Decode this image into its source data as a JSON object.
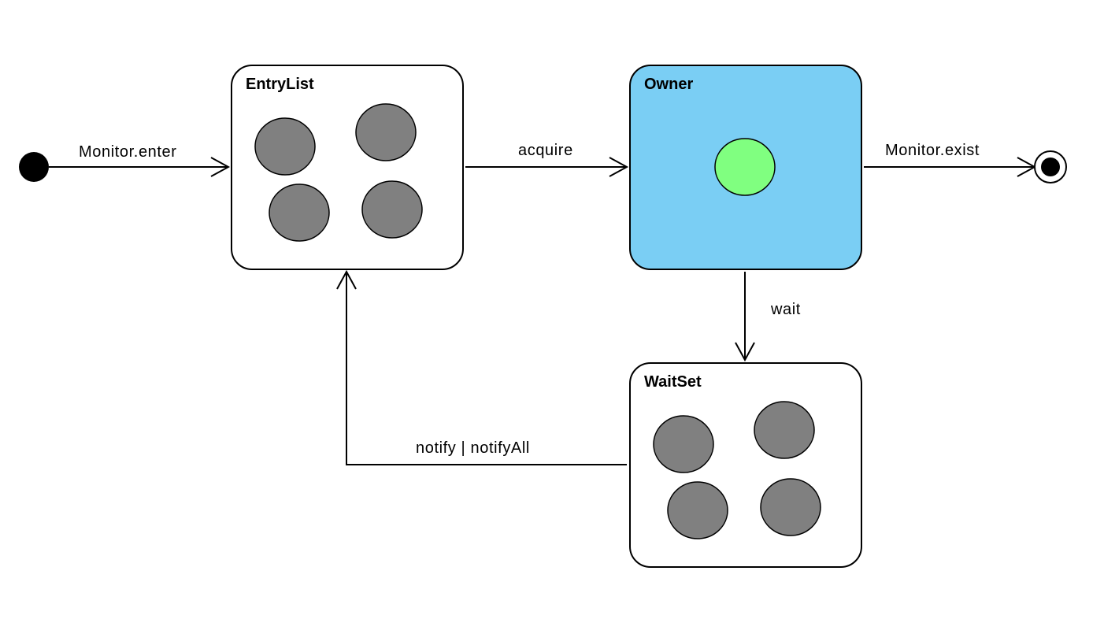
{
  "diagram": {
    "states": {
      "entry_list": {
        "title": "EntryList",
        "fill": "#ffffff",
        "token_color": "#808080"
      },
      "owner": {
        "title": "Owner",
        "fill": "#7acef4",
        "token_color": "#80ff80"
      },
      "wait_set": {
        "title": "WaitSet",
        "fill": "#ffffff",
        "token_color": "#808080"
      }
    },
    "transitions": {
      "enter": "Monitor.enter",
      "acquire": "acquire",
      "exit": "Monitor.exist",
      "wait": "wait",
      "notify": "notify | notifyAll"
    },
    "pseudo_states": [
      "initial",
      "final"
    ]
  }
}
